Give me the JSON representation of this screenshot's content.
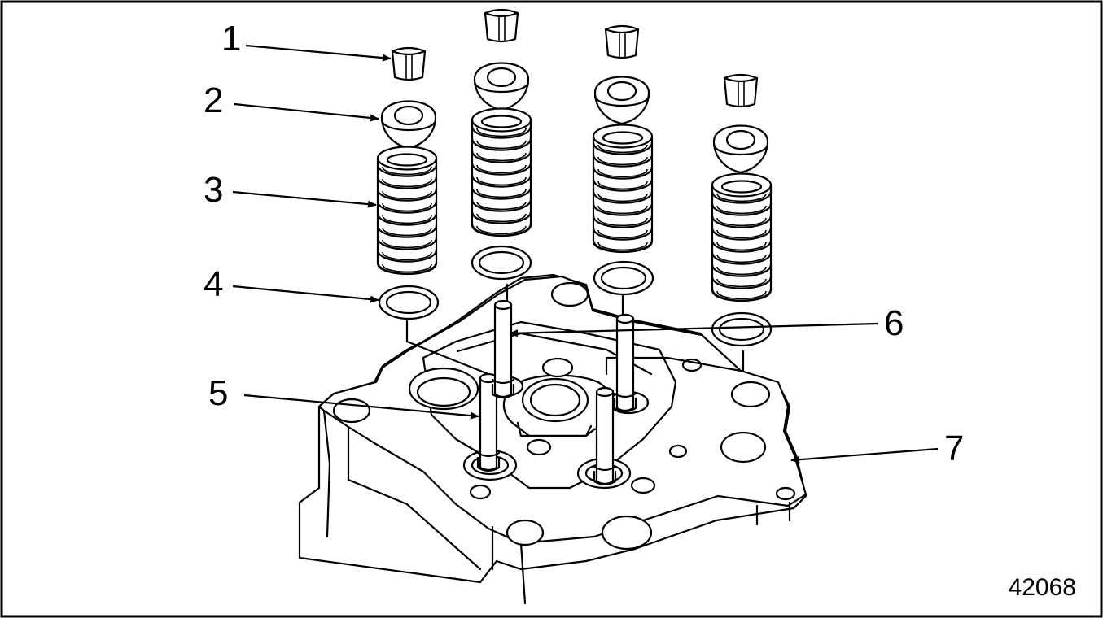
{
  "callouts": [
    {
      "id": "1",
      "text": "1"
    },
    {
      "id": "2",
      "text": "2"
    },
    {
      "id": "3",
      "text": "3"
    },
    {
      "id": "4",
      "text": "4"
    },
    {
      "id": "5",
      "text": "5"
    },
    {
      "id": "6",
      "text": "6"
    },
    {
      "id": "7",
      "text": "7"
    }
  ],
  "figure_number": "42068"
}
